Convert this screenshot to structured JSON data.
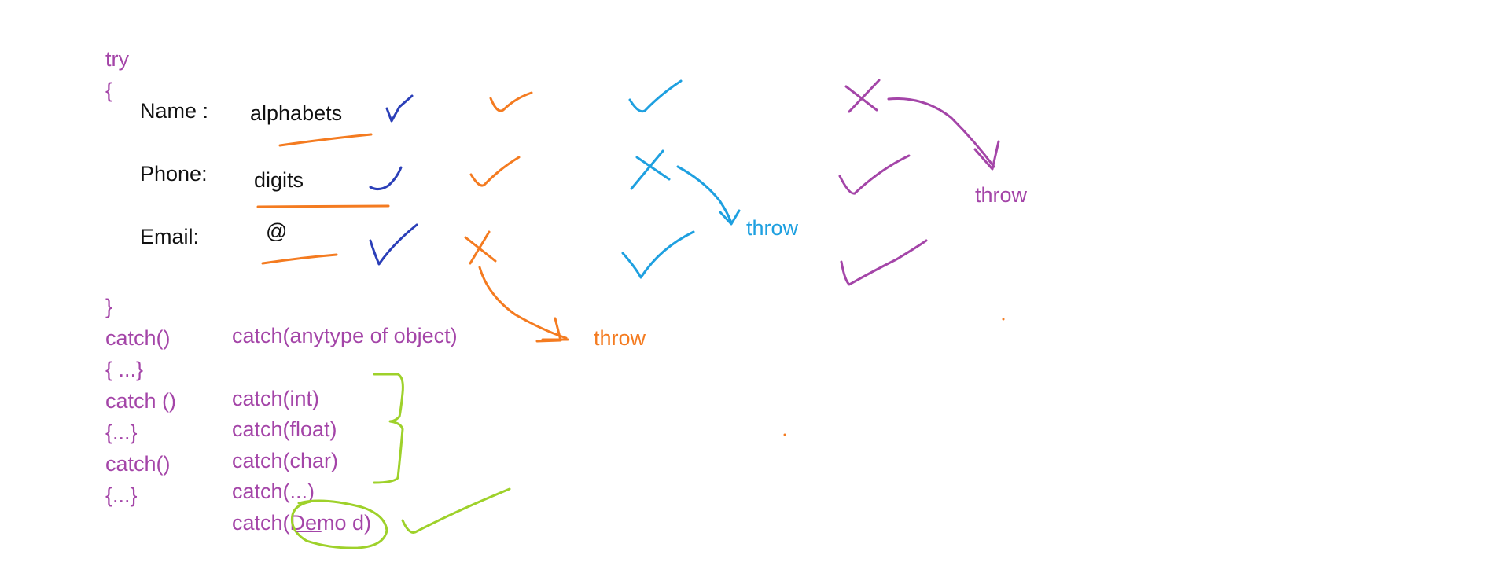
{
  "code": {
    "try_kw": "try",
    "open_brace": "{",
    "close_brace": "}",
    "catch_left": [
      "catch()",
      "{ ...}",
      "catch ()",
      "{...}",
      "catch()",
      "{...}"
    ],
    "catch_right": [
      "catch(anytype of object)",
      "catch(int)",
      "catch(float)",
      "catch(char)",
      "catch(...)",
      "catch(Demo d)"
    ]
  },
  "fields": [
    {
      "label": "Name :",
      "value": "alphabets"
    },
    {
      "label": "Phone:",
      "value": "digits"
    },
    {
      "label": "Email:",
      "value": "@"
    }
  ],
  "annotations": {
    "throw_orange": "throw",
    "throw_blue": "throw",
    "throw_purple": "throw"
  },
  "colors": {
    "code": "#a445a8",
    "ink_navy": "#2b3fb8",
    "ink_orange": "#f47b20",
    "ink_blue": "#1ea0e0",
    "ink_purple": "#a445a8",
    "ink_green": "#9ed12a"
  }
}
